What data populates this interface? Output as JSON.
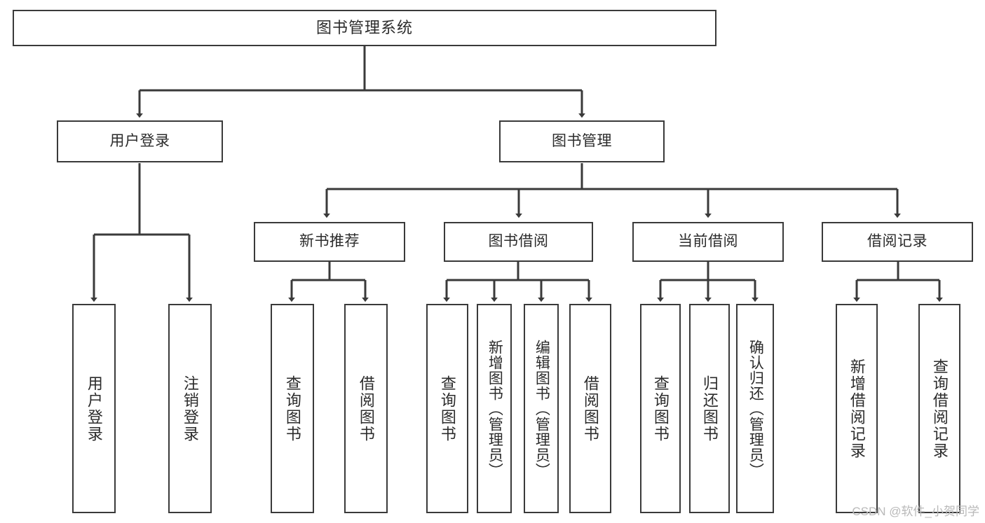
{
  "diagram": {
    "title": "图书管理系统",
    "watermark": "CSDN @软件_小贺同学",
    "line_color": "#3a3a3a",
    "box_fill": "#ffffff",
    "text_color": "#2b2b2b",
    "watermark_color": "#b9b9b9"
  },
  "nodes": {
    "root": {
      "label": "图书管理系统"
    },
    "level2": [
      {
        "label": "用户登录"
      },
      {
        "label": "图书管理"
      }
    ],
    "level3": [
      {
        "label": "新书推荐"
      },
      {
        "label": "图书借阅"
      },
      {
        "label": "当前借阅"
      },
      {
        "label": "借阅记录"
      }
    ],
    "leaves": {
      "user_login": [
        {
          "label": "用户登录"
        },
        {
          "label": "注销登录"
        }
      ],
      "new_book": [
        {
          "label": "查询图书"
        },
        {
          "label": "借阅图书"
        }
      ],
      "book_borrow": [
        {
          "label": "查询图书"
        },
        {
          "label": "新增图书（管理员）"
        },
        {
          "label": "编辑图书（管理员）"
        },
        {
          "label": "借阅图书"
        }
      ],
      "current_borrow": [
        {
          "label": "查询图书"
        },
        {
          "label": "归还图书"
        },
        {
          "label": "确认归还（管理员）"
        }
      ],
      "borrow_record": [
        {
          "label": "新增借阅记录"
        },
        {
          "label": "查询借阅记录"
        }
      ]
    }
  }
}
